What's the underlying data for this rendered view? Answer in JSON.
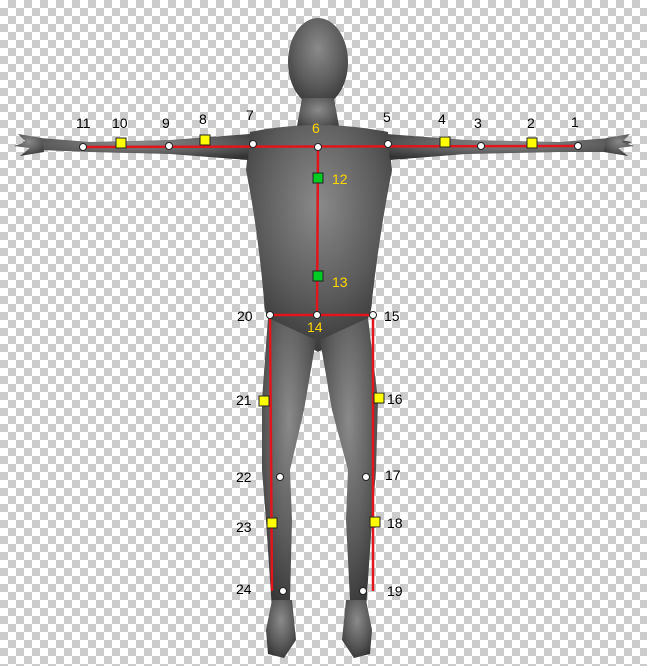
{
  "colors": {
    "skeleton_line": "#e0161c",
    "joint_fill": "#ffffff",
    "yellow_marker": "#ffff00",
    "green_marker": "#00cc22",
    "label_black": "#000000",
    "label_yellow": "#ffd700",
    "body": "#555555"
  },
  "joints": [
    {
      "id": "1",
      "label": "1",
      "type": "joint"
    },
    {
      "id": "2",
      "label": "2",
      "type": "yellow-marker"
    },
    {
      "id": "3",
      "label": "3",
      "type": "joint"
    },
    {
      "id": "4",
      "label": "4",
      "type": "yellow-marker"
    },
    {
      "id": "5",
      "label": "5",
      "type": "joint"
    },
    {
      "id": "6",
      "label": "6",
      "type": "joint"
    },
    {
      "id": "7",
      "label": "7",
      "type": "joint"
    },
    {
      "id": "8",
      "label": "8",
      "type": "yellow-marker"
    },
    {
      "id": "9",
      "label": "9",
      "type": "joint"
    },
    {
      "id": "10",
      "label": "10",
      "type": "yellow-marker"
    },
    {
      "id": "11",
      "label": "11",
      "type": "joint"
    },
    {
      "id": "12",
      "label": "12",
      "type": "green-marker"
    },
    {
      "id": "13",
      "label": "13",
      "type": "green-marker"
    },
    {
      "id": "14",
      "label": "14",
      "type": "joint"
    },
    {
      "id": "15",
      "label": "15",
      "type": "joint"
    },
    {
      "id": "16",
      "label": "16",
      "type": "yellow-marker"
    },
    {
      "id": "17",
      "label": "17",
      "type": "joint"
    },
    {
      "id": "18",
      "label": "18",
      "type": "yellow-marker"
    },
    {
      "id": "19",
      "label": "19",
      "type": "joint"
    },
    {
      "id": "20",
      "label": "20",
      "type": "joint"
    },
    {
      "id": "21",
      "label": "21",
      "type": "yellow-marker"
    },
    {
      "id": "22",
      "label": "22",
      "type": "joint"
    },
    {
      "id": "23",
      "label": "23",
      "type": "yellow-marker"
    },
    {
      "id": "24",
      "label": "24",
      "type": "joint"
    }
  ],
  "bones": [
    [
      "11",
      "1"
    ],
    [
      "6",
      "14"
    ],
    [
      "20",
      "15"
    ],
    [
      "15",
      "19"
    ],
    [
      "20",
      "24"
    ]
  ]
}
